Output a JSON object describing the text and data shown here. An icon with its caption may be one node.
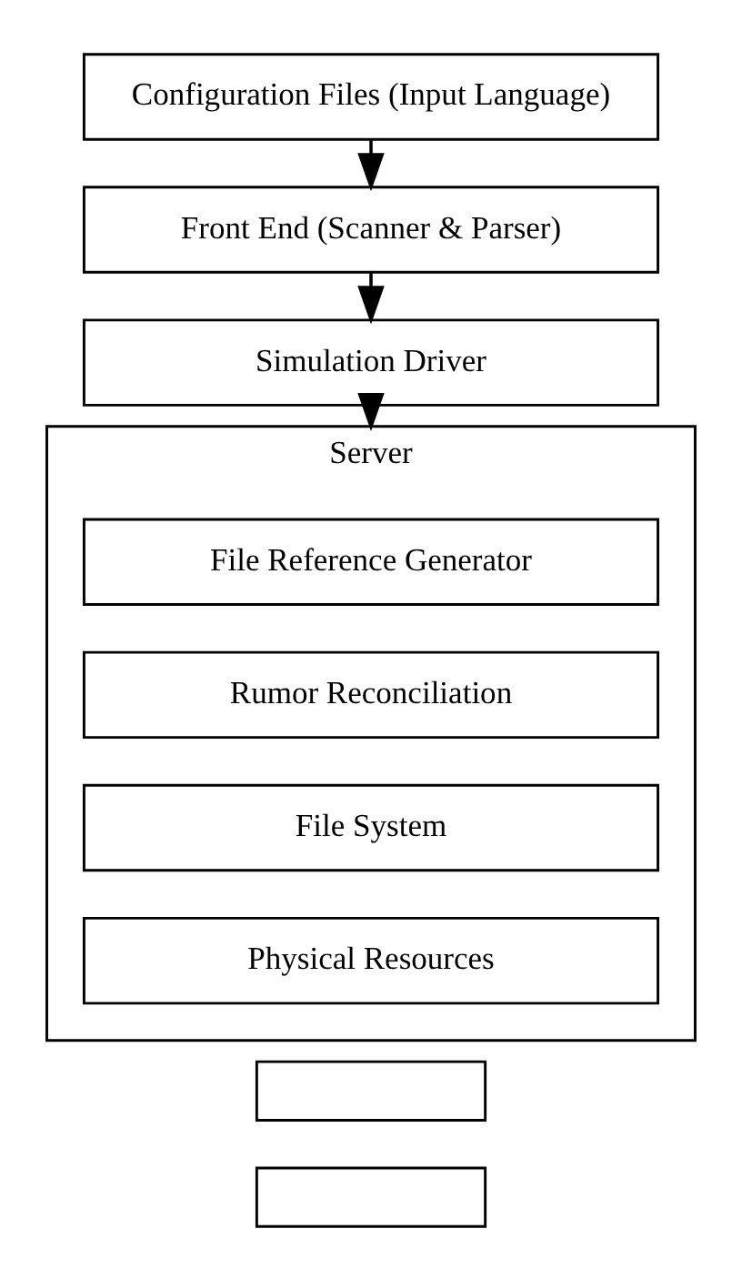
{
  "diagram": {
    "nodes": [
      {
        "text": [
          "Configuration Files (Input Language)"
        ]
      },
      {
        "text": [
          "Front End (Scanner & Parser)"
        ]
      },
      {
        "text": [
          "Simulation Driver"
        ]
      },
      {
        "text": [
          "Server"
        ]
      },
      {
        "text": [
          "File Reference Generator"
        ],
        "in": 3
      },
      {
        "text": [
          "Rumor Reconciliation"
        ],
        "in": 3
      },
      {
        "text": [
          "File System"
        ],
        "in": 3
      },
      {
        "text": [
          "Physical Resources"
        ],
        "in": 3
      },
      {
        "text": [],
        "shape": "box"
      },
      {
        "text": [],
        "shape": "box"
      }
    ],
    "edges": [
      {
        "from": 0,
        "to": 1,
        "arrow": "to"
      },
      {
        "from": 1,
        "to": 2,
        "arrow": "to"
      },
      {
        "from": 2,
        "to": 3,
        "arrow": "to"
      }
    ]
  }
}
